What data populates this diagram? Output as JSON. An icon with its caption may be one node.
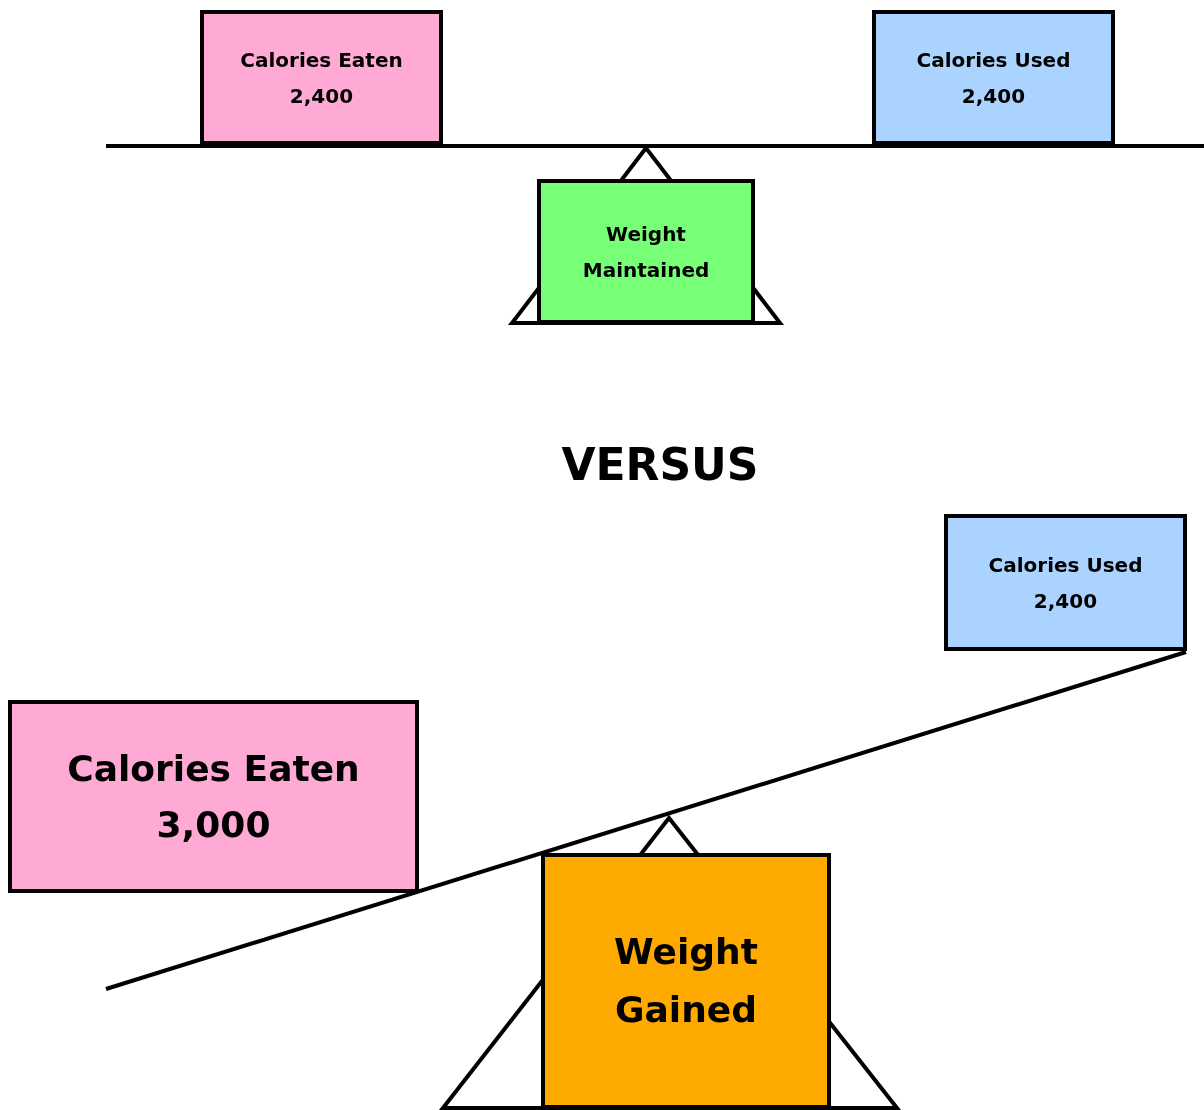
{
  "diagram": {
    "nodes": [
      {
        "text": [
          "Calories Eaten",
          "2,400"
        ]
      },
      {
        "text": [
          "Calories Used",
          "2,400"
        ]
      },
      {
        "text": [
          "Weight",
          "Maintained"
        ]
      },
      {
        "text": [
          "Calories Used",
          "2,400"
        ]
      },
      {
        "text": [
          "Calories Eaten",
          "3,000"
        ]
      },
      {
        "text": [
          "Weight",
          "Gained"
        ]
      }
    ],
    "labels": [
      "VERSUS"
    ]
  }
}
